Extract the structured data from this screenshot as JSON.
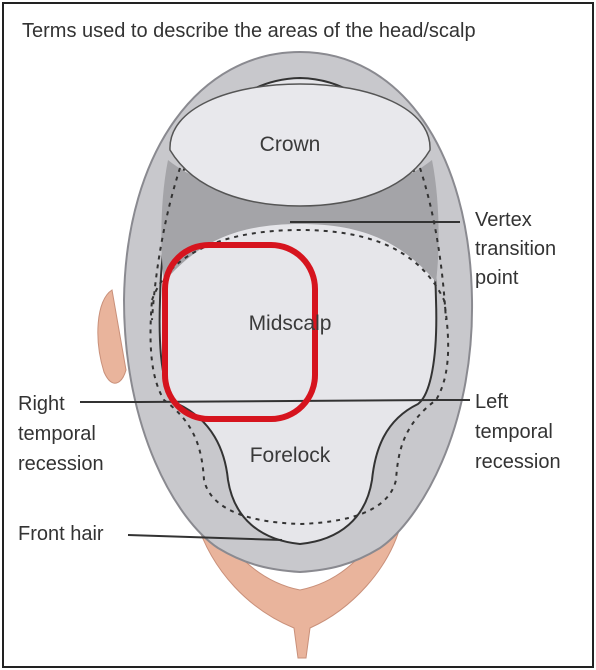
{
  "title": "Terms used to describe the areas of the head/scalp",
  "zones": {
    "crown": "Crown",
    "midscalp": "Midscalp",
    "forelock": "Forelock"
  },
  "callouts": {
    "vertex": [
      "Vertex",
      "transition",
      "point"
    ],
    "right_temporal": [
      "Right",
      "temporal",
      "recession"
    ],
    "left_temporal": [
      "Left",
      "temporal",
      "recession"
    ],
    "front_hair": "Front hair"
  },
  "colors": {
    "highlight": "#d6141e",
    "scalp_outer": "#c8c8cc",
    "scalp_inner": "#e6e6ea",
    "transition_band": "#a4a4a8",
    "skin": "#e9b49c"
  }
}
